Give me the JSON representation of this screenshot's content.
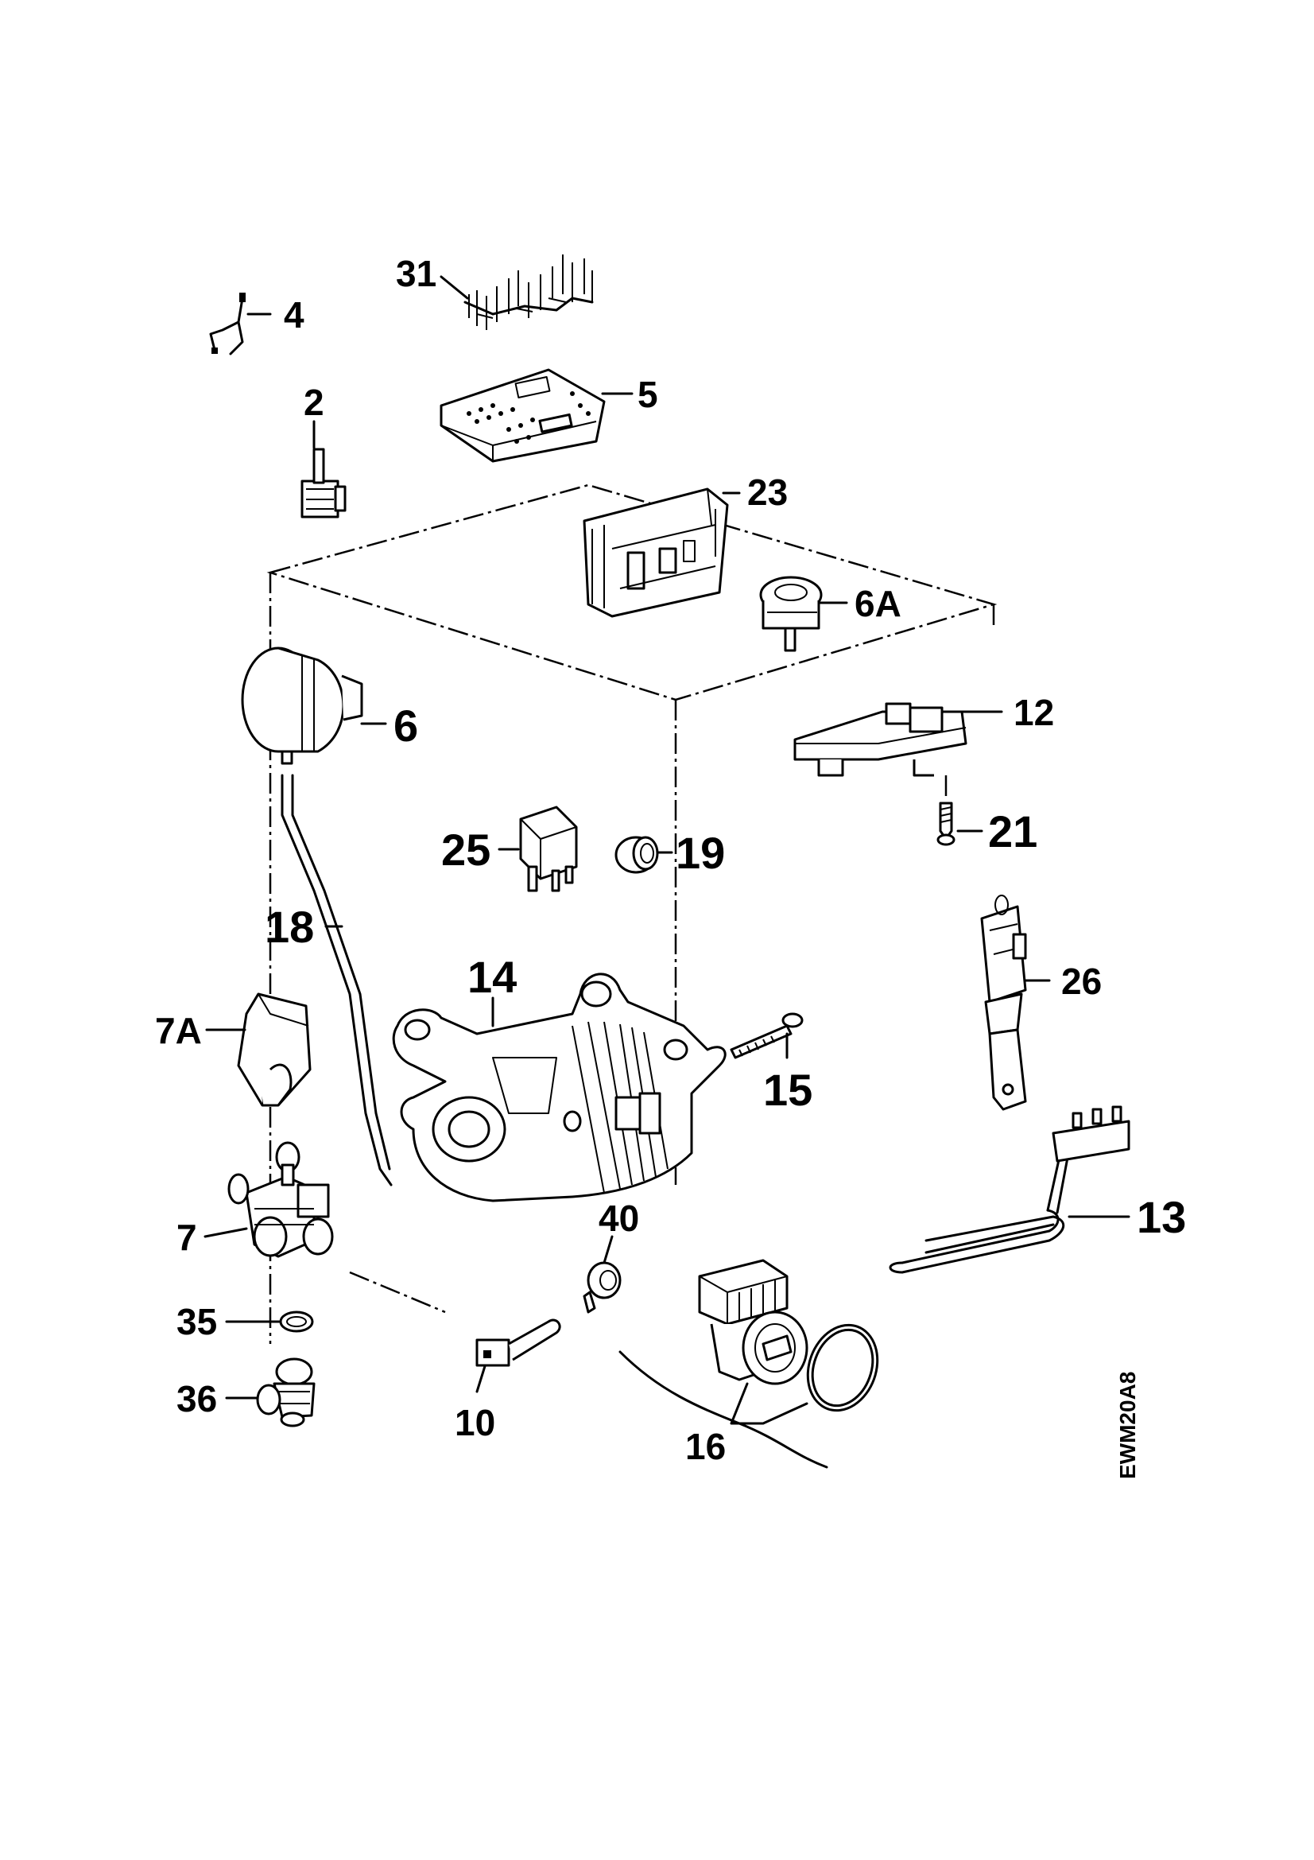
{
  "diagram": {
    "callouts": [
      {
        "id": "c31",
        "text": "31"
      },
      {
        "id": "c4",
        "text": "4"
      },
      {
        "id": "c5",
        "text": "5"
      },
      {
        "id": "c2",
        "text": "2"
      },
      {
        "id": "c23",
        "text": "23"
      },
      {
        "id": "c6A",
        "text": "6A"
      },
      {
        "id": "c6",
        "text": "6"
      },
      {
        "id": "c12",
        "text": "12"
      },
      {
        "id": "c21",
        "text": "21"
      },
      {
        "id": "c25",
        "text": "25"
      },
      {
        "id": "c19",
        "text": "19"
      },
      {
        "id": "c18",
        "text": "18"
      },
      {
        "id": "c14",
        "text": "14"
      },
      {
        "id": "c26",
        "text": "26"
      },
      {
        "id": "c7A",
        "text": "7A"
      },
      {
        "id": "c15",
        "text": "15"
      },
      {
        "id": "c13",
        "text": "13"
      },
      {
        "id": "c7",
        "text": "7"
      },
      {
        "id": "c40",
        "text": "40"
      },
      {
        "id": "c35",
        "text": "35"
      },
      {
        "id": "c36",
        "text": "36"
      },
      {
        "id": "c10",
        "text": "10"
      },
      {
        "id": "c16",
        "text": "16"
      }
    ],
    "drawing_code": "EWM20A8"
  }
}
